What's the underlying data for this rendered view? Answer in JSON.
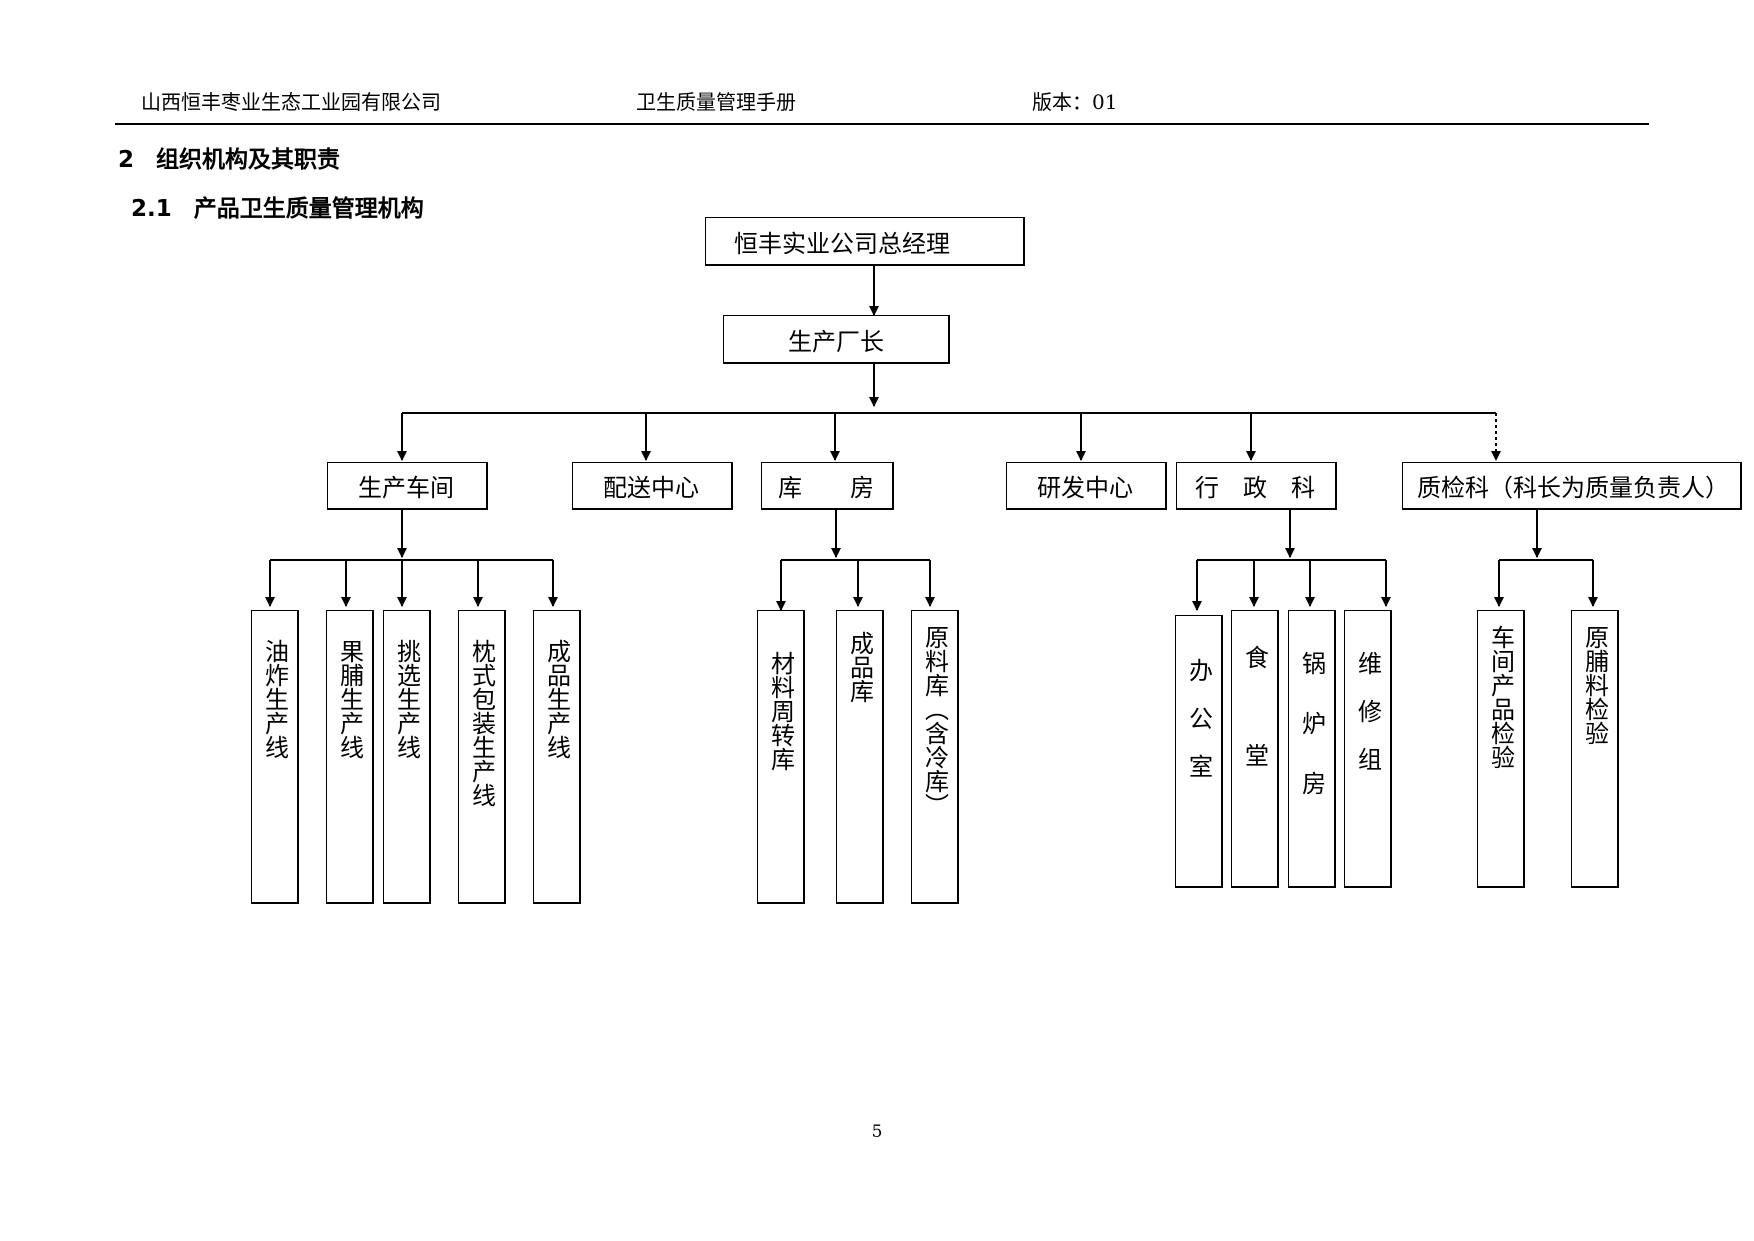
{
  "header": {
    "company": "山西恒丰枣业生态工业园有限公司",
    "manual": "卫生质量管理手册",
    "version": "版本：01"
  },
  "section": {
    "number": "2",
    "title": "组织机构及其职责"
  },
  "subsection": {
    "number": "2.1",
    "title": "产品卫生质量管理机构"
  },
  "org_chart": {
    "root": "恒丰实业公司总经理",
    "level1": "生产厂长",
    "departments": {
      "production_workshop": "生产车间",
      "distribution_center": "配送中心",
      "warehouse": "库　　房",
      "rnd_center": "研发中心",
      "administration": "行　政　科",
      "quality_inspection": "质检科（科长为质量负责人）"
    },
    "production_lines": [
      "油炸生产线",
      "果脯生产线",
      "挑选生产线",
      "枕式包装生产线",
      "成品生产线"
    ],
    "warehouse_units": [
      "材料周转库",
      "成品库",
      "原料库（含冷库）"
    ],
    "admin_units": [
      "办公室",
      "食堂",
      "锅炉房",
      "维修组"
    ],
    "qc_units": [
      "车间产品检验",
      "原脯料检验"
    ]
  },
  "footer": {
    "page_number": "5"
  }
}
